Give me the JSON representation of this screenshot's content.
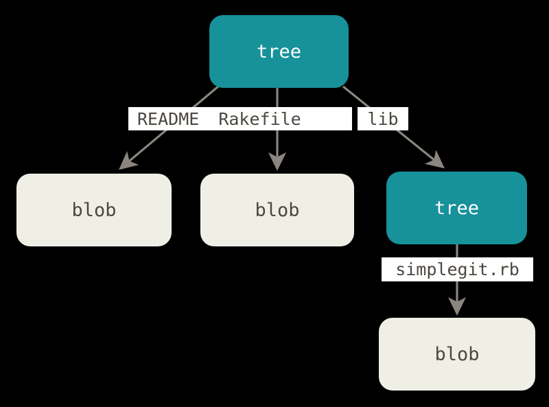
{
  "diagram": {
    "title": "git-tree-object-structure",
    "background_color": "#000000",
    "colors": {
      "tree_node": "#17919a",
      "blob_node": "#efefe6",
      "tree_text": "#ffffff",
      "blob_text": "#4c4741",
      "edge_line": "#8a857e",
      "label_background": "#ffffff",
      "label_text": "#4c4741"
    },
    "nodes": [
      {
        "id": "tree-root",
        "label": "tree",
        "type": "tree"
      },
      {
        "id": "blob-readme",
        "label": "blob",
        "type": "blob"
      },
      {
        "id": "blob-rakefile",
        "label": "blob",
        "type": "blob"
      },
      {
        "id": "tree-lib",
        "label": "tree",
        "type": "tree"
      },
      {
        "id": "blob-simplegit",
        "label": "blob",
        "type": "blob"
      }
    ],
    "edge_labels": [
      {
        "id": "edge-readme",
        "text": "README"
      },
      {
        "id": "edge-rakefile",
        "text": "Rakefile"
      },
      {
        "id": "edge-lib",
        "text": "lib"
      },
      {
        "id": "edge-simplegit",
        "text": "simplegit.rb"
      }
    ]
  }
}
